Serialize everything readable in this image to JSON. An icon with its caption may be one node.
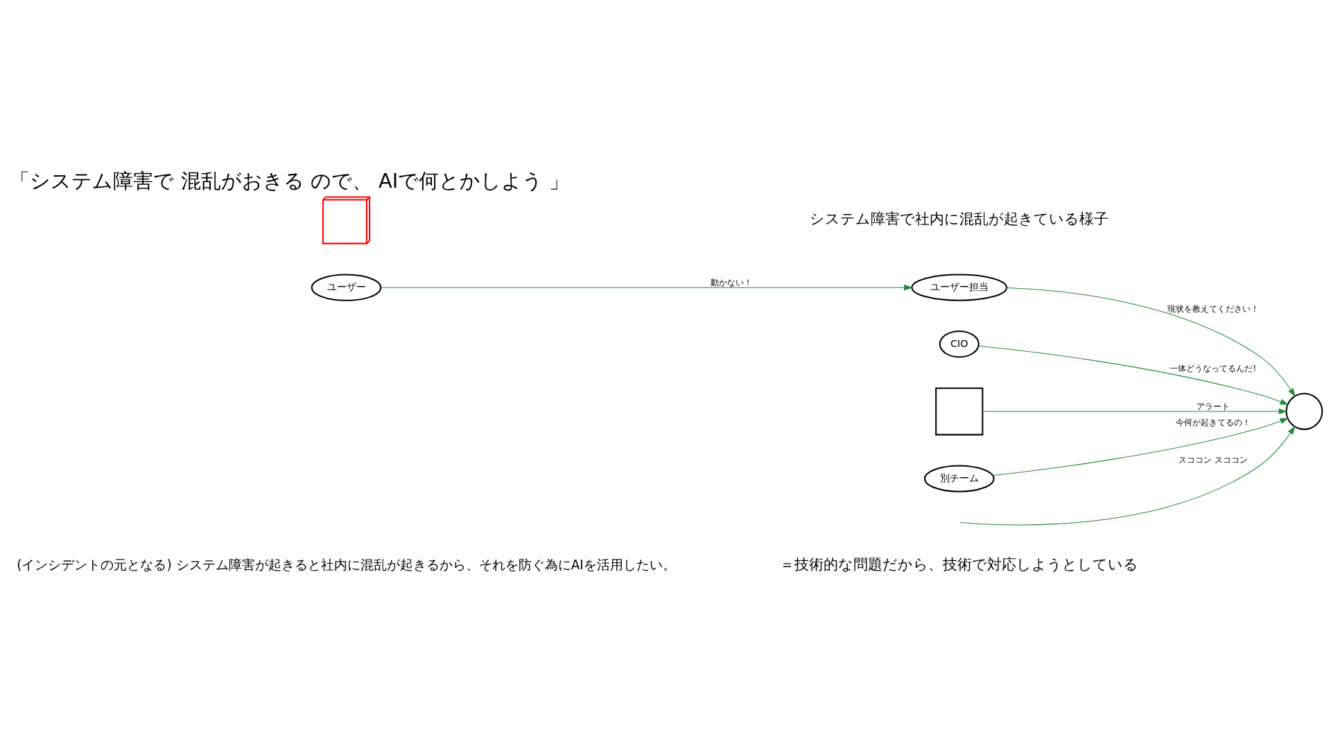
{
  "diagram": {
    "title": "「システム障害で 混乱がおきる ので、 AIで何とかしよう 」",
    "caption": "システム障害で社内に混乱が起きている様子",
    "nodes": [
      {
        "text": [
          "ユーザー"
        ]
      },
      {
        "text": [
          "ユーザー担当"
        ]
      },
      {
        "text": [],
        "shape": "person"
      },
      {
        "text": [
          "CIO"
        ]
      },
      {
        "text": [],
        "shape": "envelope"
      },
      {
        "text": [
          "別チーム"
        ]
      },
      {
        "text": [],
        "shape": "server"
      }
    ],
    "edges": [
      {
        "from": 0,
        "to": 1,
        "arrow": "to",
        "label": "動かない！"
      },
      {
        "from": 1,
        "to": 2,
        "arrow": "to",
        "label": "現状を教えてください！"
      },
      {
        "from": 3,
        "to": 2,
        "arrow": "to",
        "label": "一体どうなってるんだ!"
      },
      {
        "from": 4,
        "to": 2,
        "arrow": "to",
        "label": "アラート"
      },
      {
        "from": 5,
        "to": 2,
        "arrow": "to",
        "label": "今何が起きてるの！"
      },
      {
        "from": null,
        "to": 2,
        "arrow": "to",
        "label": "スココン スココン"
      }
    ],
    "labels": [
      "(インシデントの元となる) システム障害が起きると社内に混乱が起きるから、それを防ぐ為にAIを活用したい。",
      "＝技術的な問題だから、技術で対応しようとしている"
    ]
  }
}
